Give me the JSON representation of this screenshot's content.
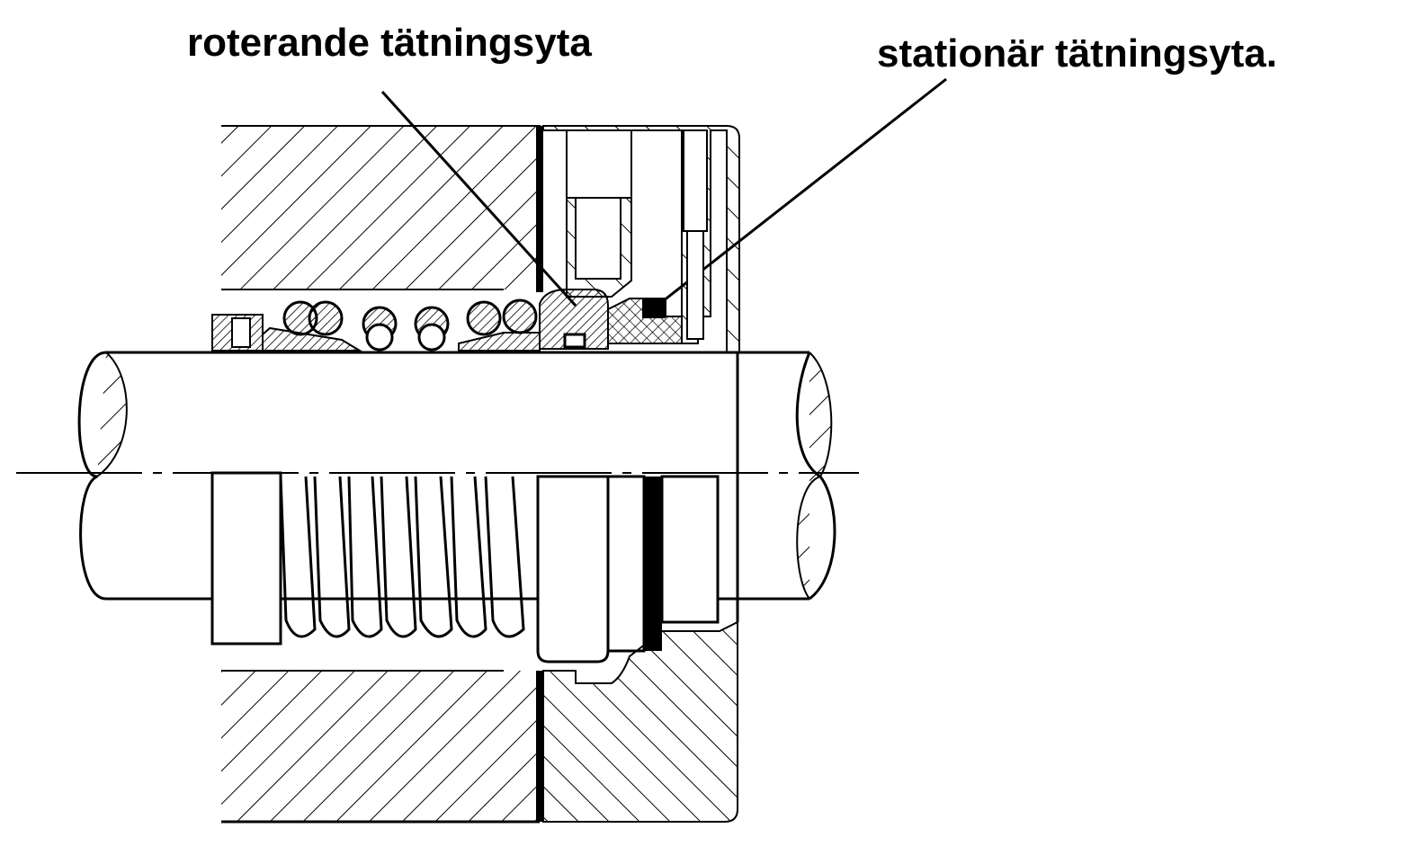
{
  "labels": {
    "rotating_face": "roterande tätningsyta",
    "stationary_face": "stationär tätningsyta."
  },
  "colors": {
    "ink": "#000000",
    "paper": "#ffffff"
  },
  "icons": {
    "hatch": "diagonal-hatch",
    "crosshatch": "cross-hatch"
  }
}
